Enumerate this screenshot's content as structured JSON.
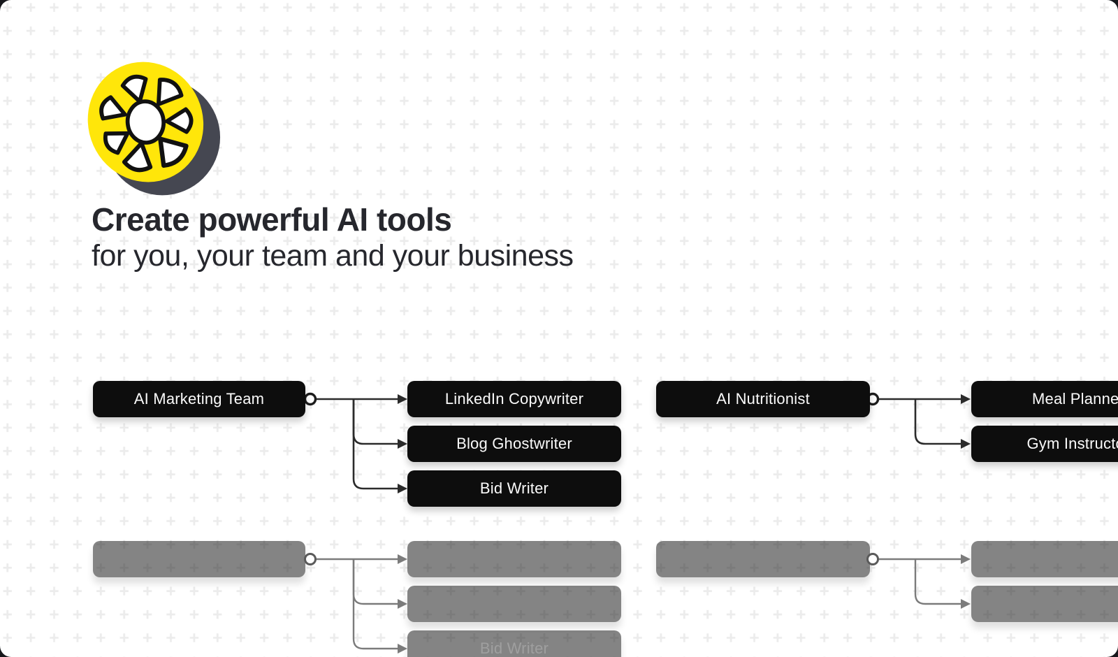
{
  "branding": {
    "logo_name": "lemon-slice-logo",
    "logo_yellow": "#FFE60A",
    "logo_shadow": "#454751"
  },
  "hero": {
    "title": "Create powerful AI tools",
    "subtitle": "for you, your team and your business"
  },
  "diagram": {
    "groups": [
      {
        "parent": "AI Marketing Team",
        "children": [
          "LinkedIn Copywriter",
          "Blog Ghostwriter",
          "Bid Writer"
        ]
      },
      {
        "parent": "AI Nutritionist",
        "children": [
          "Meal Planner",
          "Gym Instructor"
        ]
      }
    ],
    "ghost_label": "Bid Writer",
    "colors": {
      "node_bg": "#0d0d0d",
      "node_text": "#fafafa",
      "connector": "#2b2b2b",
      "ghost_node": "#828282",
      "ghost_connector": "#7b7b7b",
      "ghost_text": "#949494",
      "pattern_plus": "#ececec",
      "background": "#ffffff"
    }
  }
}
